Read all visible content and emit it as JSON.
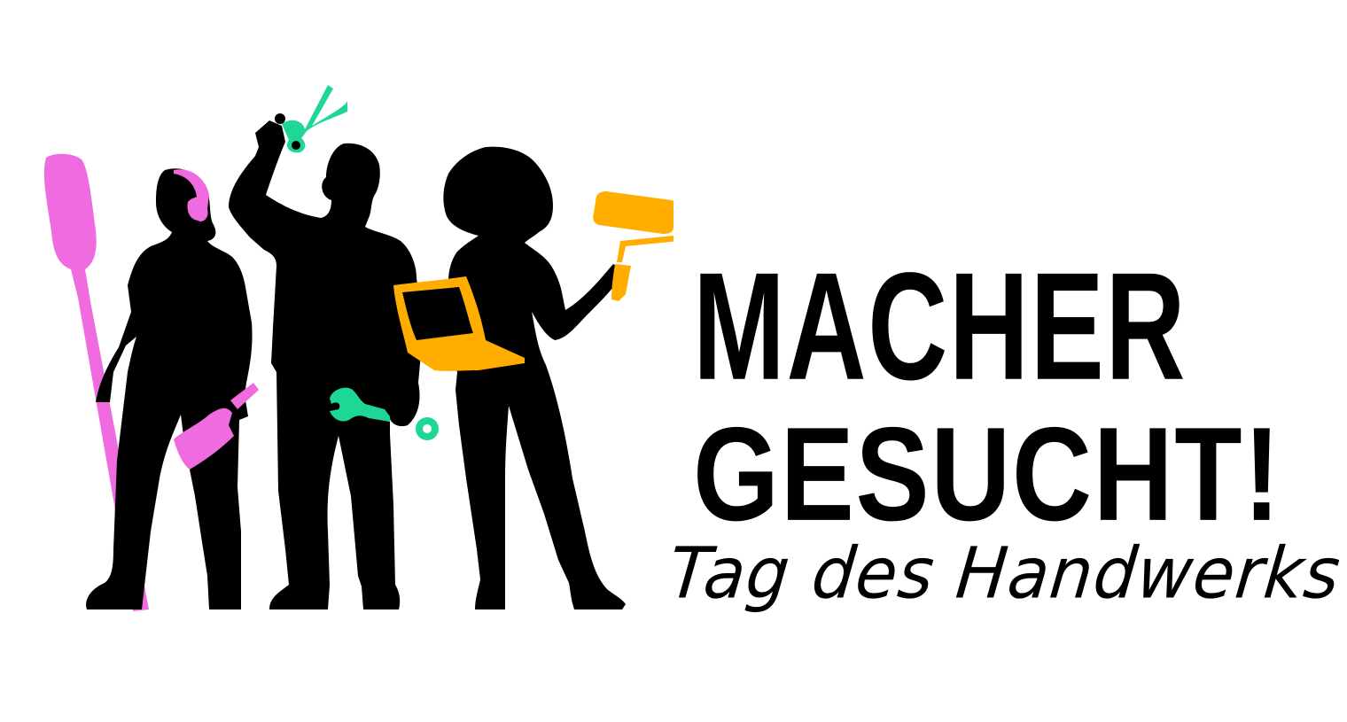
{
  "headline": {
    "line_1": "MACHER",
    "line_2": "GESUCHT!"
  },
  "tagline": "Tag des Handwerks",
  "colors": {
    "silhouette": "#000000",
    "pink": "#ef6bdf",
    "green": "#1fd794",
    "yellow": "#ffae00",
    "background": "#ffffff"
  },
  "illustration": {
    "figures": [
      "person-with-headphones-icon",
      "person-with-scissors-icon",
      "person-with-laptop-icon"
    ],
    "tools": [
      "brush-icon",
      "headphones-icon",
      "scissors-icon",
      "wrench-icon",
      "nut-icon",
      "laptop-icon",
      "paint-roller-icon",
      "hammer-icon"
    ]
  }
}
